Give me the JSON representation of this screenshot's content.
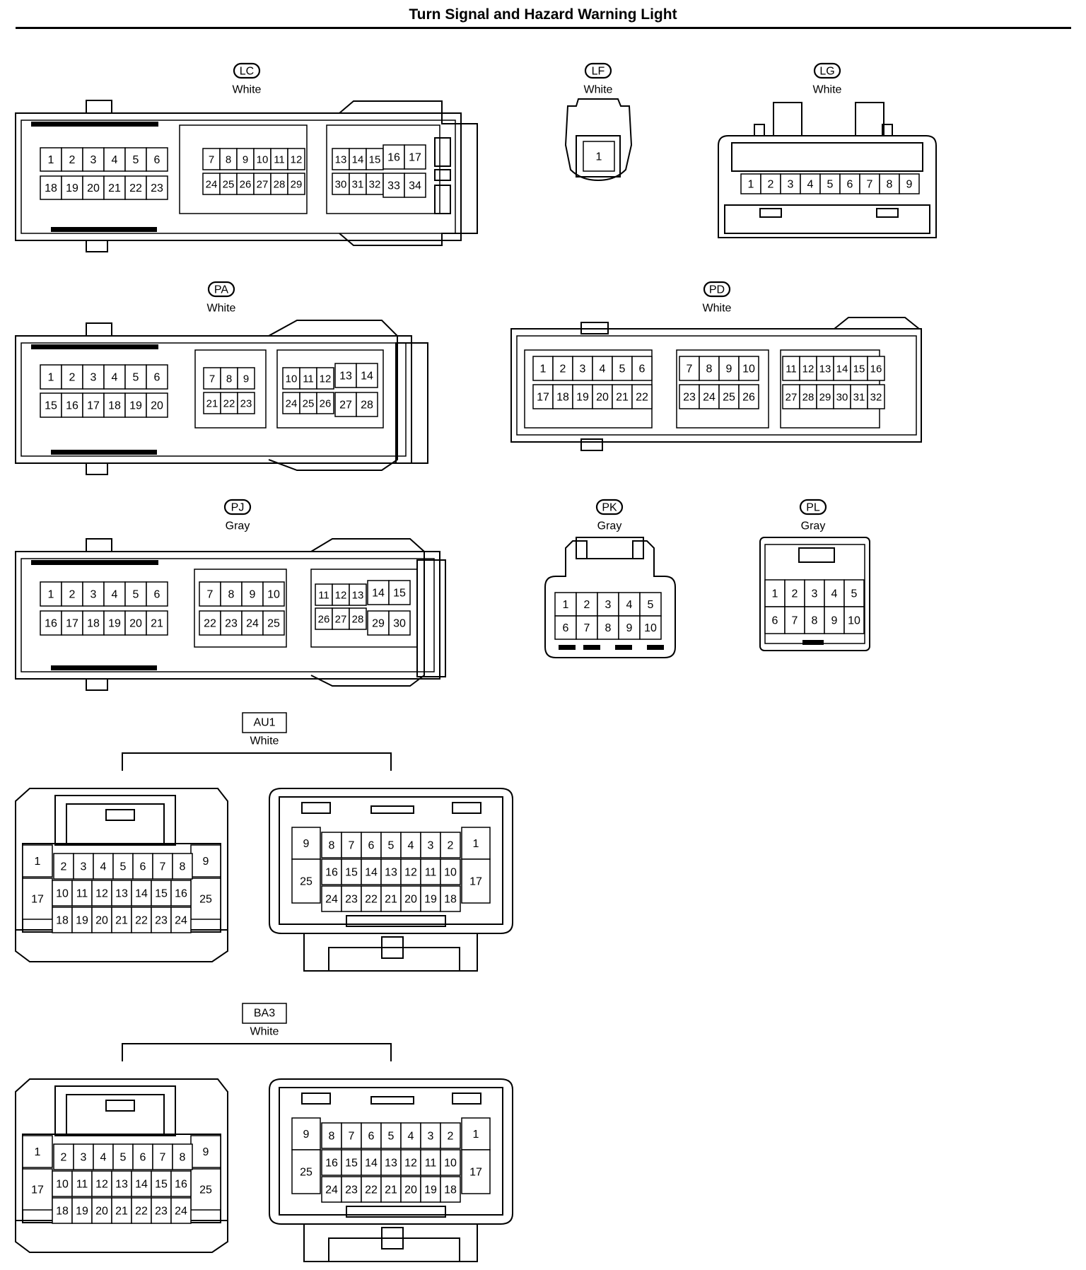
{
  "title": "Turn Signal and Hazard Warning Light",
  "connectors": [
    {
      "id": "LC",
      "color": "White",
      "style": "pill",
      "rows": [
        [
          "1",
          "2",
          "3",
          "4",
          "5",
          "6",
          "7",
          "8",
          "9",
          "10",
          "11",
          "12",
          "13",
          "14",
          "15",
          "16",
          "17"
        ],
        [
          "18",
          "19",
          "20",
          "21",
          "22",
          "23",
          "24",
          "25",
          "26",
          "27",
          "28",
          "29",
          "30",
          "31",
          "32",
          "33",
          "34"
        ]
      ]
    },
    {
      "id": "LF",
      "color": "White",
      "style": "pill",
      "rows": [
        [
          "1"
        ]
      ]
    },
    {
      "id": "LG",
      "color": "White",
      "style": "pill",
      "rows": [
        [
          "1",
          "2",
          "3",
          "4",
          "5",
          "6",
          "7",
          "8",
          "9"
        ]
      ]
    },
    {
      "id": "PA",
      "color": "White",
      "style": "pill",
      "rows": [
        [
          "1",
          "2",
          "3",
          "4",
          "5",
          "6",
          "7",
          "8",
          "9",
          "10",
          "11",
          "12",
          "13",
          "14"
        ],
        [
          "15",
          "16",
          "17",
          "18",
          "19",
          "20",
          "21",
          "22",
          "23",
          "24",
          "25",
          "26",
          "27",
          "28"
        ]
      ]
    },
    {
      "id": "PD",
      "color": "White",
      "style": "pill",
      "rows": [
        [
          "1",
          "2",
          "3",
          "4",
          "5",
          "6",
          "7",
          "8",
          "9",
          "10",
          "11",
          "12",
          "13",
          "14",
          "15",
          "16"
        ],
        [
          "17",
          "18",
          "19",
          "20",
          "21",
          "22",
          "23",
          "24",
          "25",
          "26",
          "27",
          "28",
          "29",
          "30",
          "31",
          "32"
        ]
      ]
    },
    {
      "id": "PJ",
      "color": "Gray",
      "style": "pill",
      "rows": [
        [
          "1",
          "2",
          "3",
          "4",
          "5",
          "6",
          "7",
          "8",
          "9",
          "10",
          "11",
          "12",
          "13",
          "14",
          "15"
        ],
        [
          "16",
          "17",
          "18",
          "19",
          "20",
          "21",
          "22",
          "23",
          "24",
          "25",
          "26",
          "27",
          "28",
          "29",
          "30"
        ]
      ]
    },
    {
      "id": "PK",
      "color": "Gray",
      "style": "pill",
      "rows": [
        [
          "1",
          "2",
          "3",
          "4",
          "5"
        ],
        [
          "6",
          "7",
          "8",
          "9",
          "10"
        ]
      ]
    },
    {
      "id": "PL",
      "color": "Gray",
      "style": "pill",
      "rows": [
        [
          "1",
          "2",
          "3",
          "4",
          "5"
        ],
        [
          "6",
          "7",
          "8",
          "9",
          "10"
        ]
      ]
    },
    {
      "id": "AU1",
      "color": "White",
      "style": "box",
      "left_view": {
        "left": [
          "1",
          "17"
        ],
        "center": [
          [
            "2",
            "3",
            "4",
            "5",
            "6",
            "7",
            "8"
          ],
          [
            "10",
            "11",
            "12",
            "13",
            "14",
            "15",
            "16"
          ],
          [
            "18",
            "19",
            "20",
            "21",
            "22",
            "23",
            "24"
          ]
        ],
        "right": [
          "9",
          "25"
        ]
      },
      "right_view": {
        "left": [
          "9",
          "25"
        ],
        "center": [
          [
            "8",
            "7",
            "6",
            "5",
            "4",
            "3",
            "2"
          ],
          [
            "16",
            "15",
            "14",
            "13",
            "12",
            "11",
            "10"
          ],
          [
            "24",
            "23",
            "22",
            "21",
            "20",
            "19",
            "18"
          ]
        ],
        "right": [
          "1",
          "17"
        ]
      }
    },
    {
      "id": "BA3",
      "color": "White",
      "style": "box",
      "left_view": {
        "left": [
          "1",
          "17"
        ],
        "center": [
          [
            "2",
            "3",
            "4",
            "5",
            "6",
            "7",
            "8"
          ],
          [
            "10",
            "11",
            "12",
            "13",
            "14",
            "15",
            "16"
          ],
          [
            "18",
            "19",
            "20",
            "21",
            "22",
            "23",
            "24"
          ]
        ],
        "right": [
          "9",
          "25"
        ]
      },
      "right_view": {
        "left": [
          "9",
          "25"
        ],
        "center": [
          [
            "8",
            "7",
            "6",
            "5",
            "4",
            "3",
            "2"
          ],
          [
            "16",
            "15",
            "14",
            "13",
            "12",
            "11",
            "10"
          ],
          [
            "24",
            "23",
            "22",
            "21",
            "20",
            "19",
            "18"
          ]
        ],
        "right": [
          "1",
          "17"
        ]
      }
    }
  ]
}
